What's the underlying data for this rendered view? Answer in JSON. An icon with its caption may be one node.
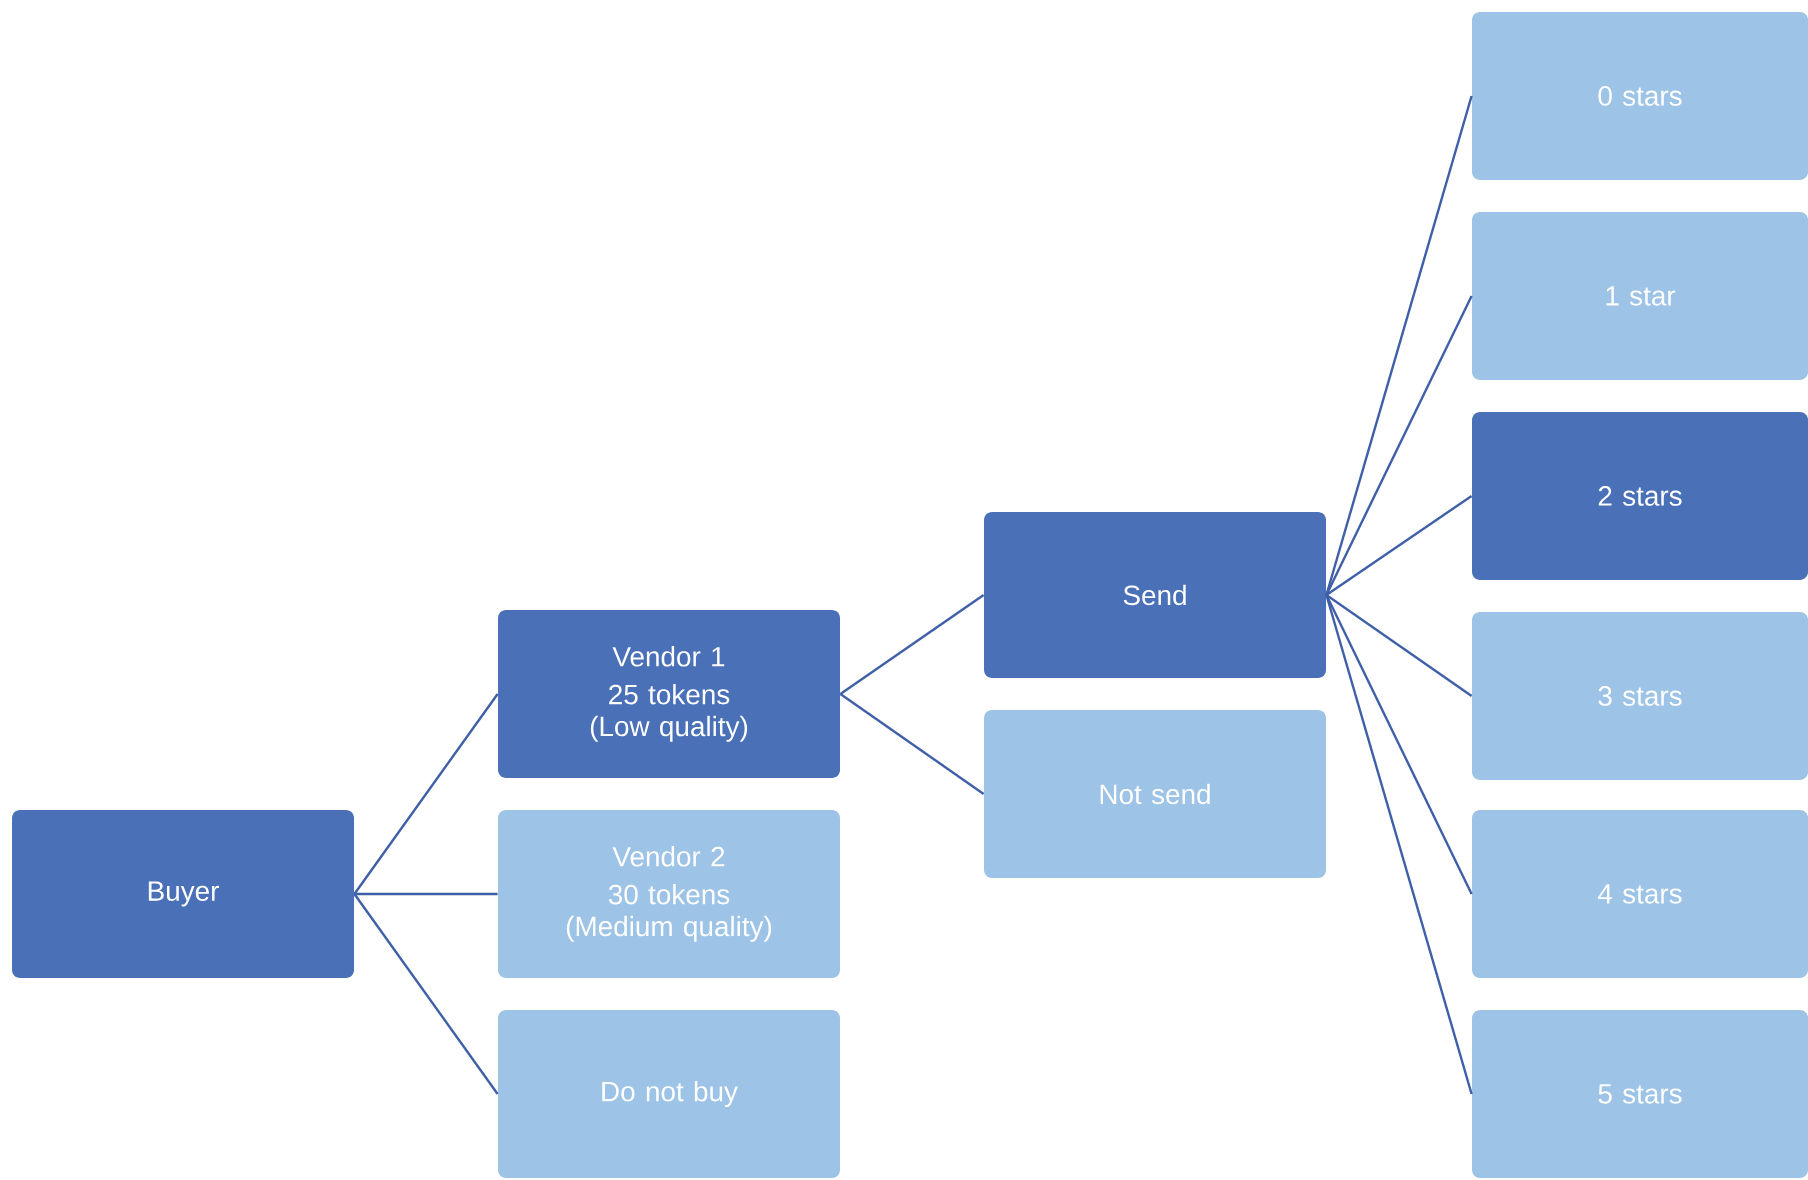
{
  "diagram": {
    "nodes": [
      {
        "text": [
          "Buyer"
        ]
      },
      {
        "text": [
          "Vendor 1",
          "25 tokens (Low quality)"
        ]
      },
      {
        "text": [
          "Vendor 2",
          "30 tokens (Medium quality)"
        ]
      },
      {
        "text": [
          "Do not buy"
        ]
      },
      {
        "text": [
          "Send"
        ]
      },
      {
        "text": [
          "Not send"
        ]
      },
      {
        "text": [
          "0 stars"
        ]
      },
      {
        "text": [
          "1 star"
        ]
      },
      {
        "text": [
          "2 stars"
        ]
      },
      {
        "text": [
          "3 stars"
        ]
      },
      {
        "text": [
          "4 stars"
        ]
      },
      {
        "text": [
          "5 stars"
        ]
      }
    ],
    "edges": [
      {
        "from": 0,
        "to": 1,
        "arrow": "none"
      },
      {
        "from": 0,
        "to": 2,
        "arrow": "none"
      },
      {
        "from": 0,
        "to": 3,
        "arrow": "none"
      },
      {
        "from": 1,
        "to": 4,
        "arrow": "none"
      },
      {
        "from": 1,
        "to": 5,
        "arrow": "none"
      },
      {
        "from": 4,
        "to": 6,
        "arrow": "none"
      },
      {
        "from": 4,
        "to": 7,
        "arrow": "none"
      },
      {
        "from": 4,
        "to": 8,
        "arrow": "none"
      },
      {
        "from": 4,
        "to": 9,
        "arrow": "none"
      },
      {
        "from": 4,
        "to": 10,
        "arrow": "none"
      },
      {
        "from": 4,
        "to": 11,
        "arrow": "none"
      }
    ]
  }
}
